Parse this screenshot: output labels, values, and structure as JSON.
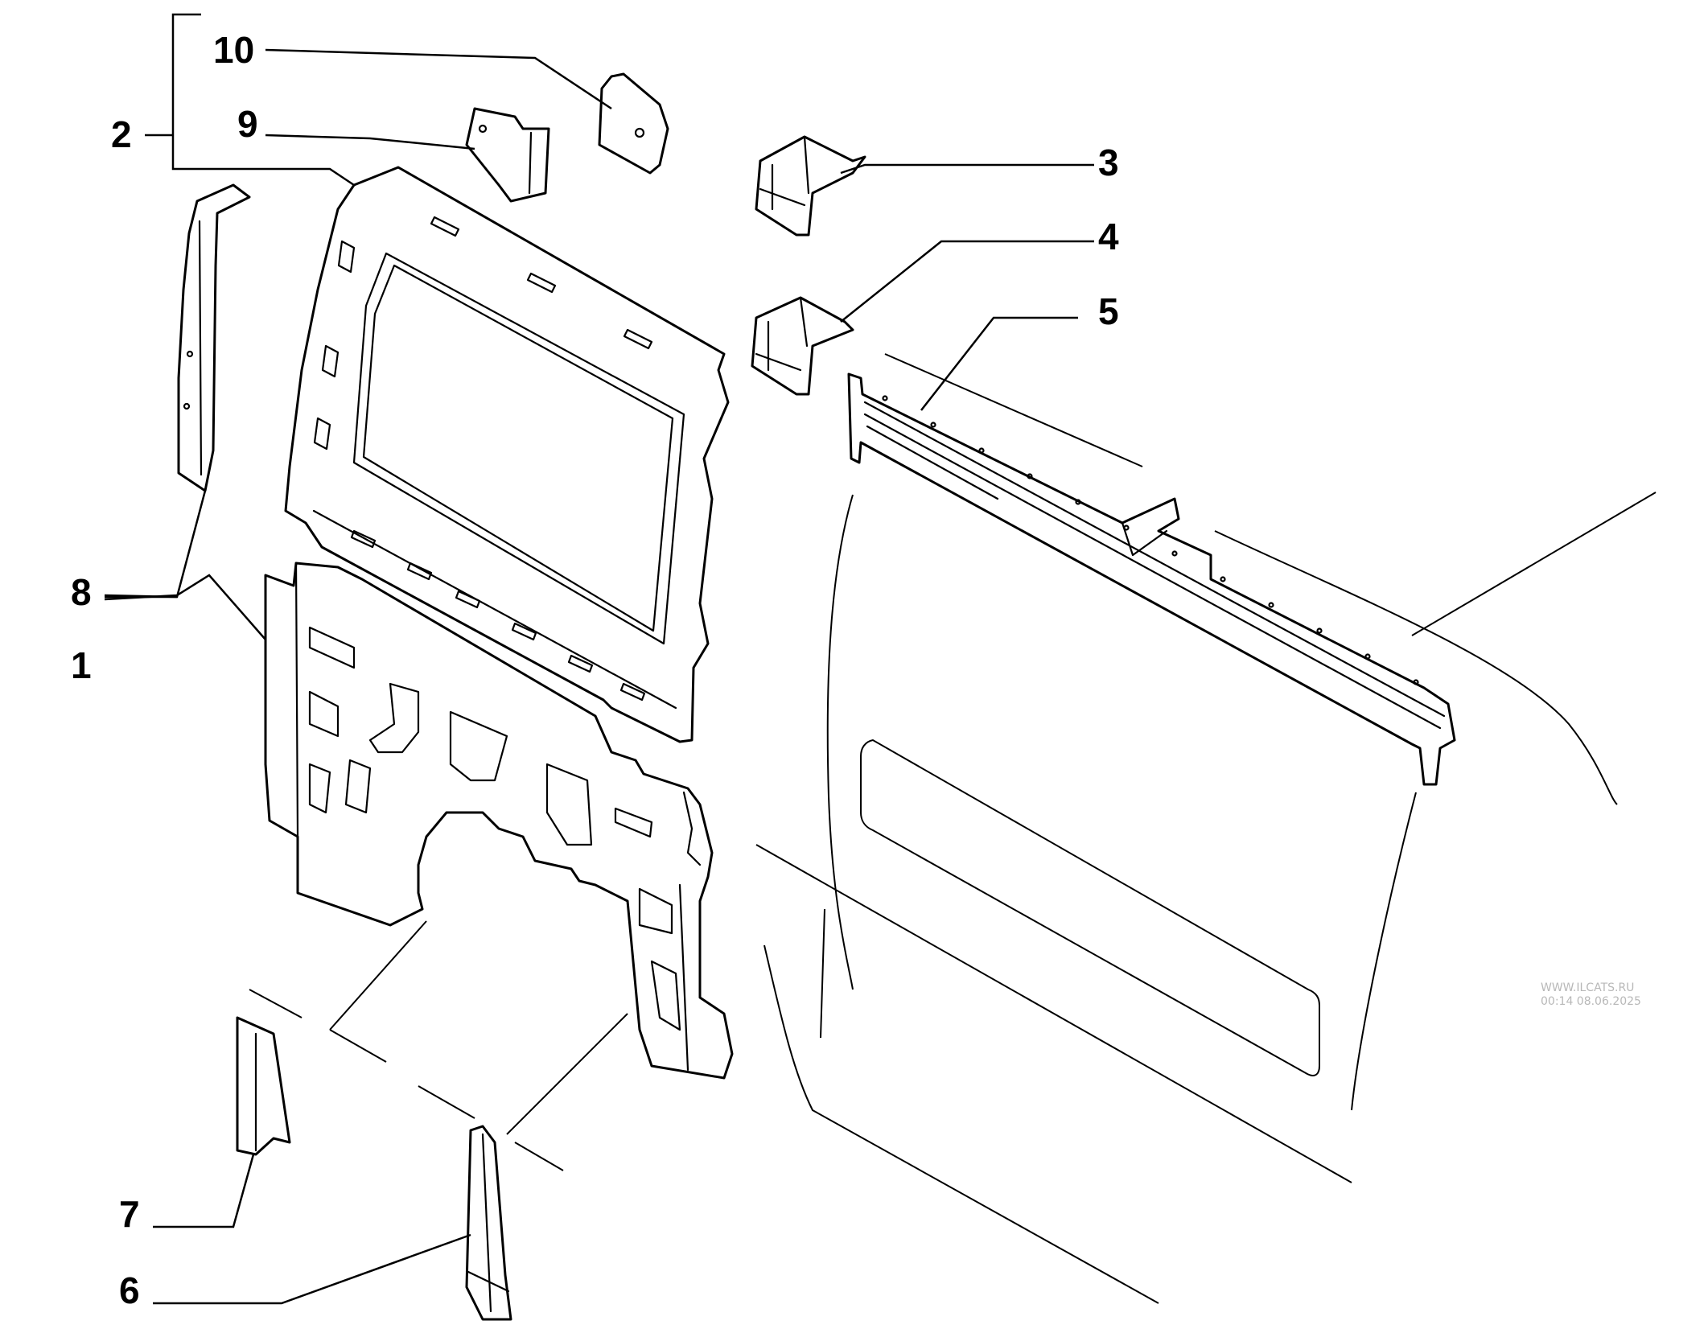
{
  "diagram": {
    "callouts": [
      {
        "id": "1",
        "label": "1"
      },
      {
        "id": "2",
        "label": "2"
      },
      {
        "id": "3",
        "label": "3"
      },
      {
        "id": "4",
        "label": "4"
      },
      {
        "id": "5",
        "label": "5"
      },
      {
        "id": "6",
        "label": "6"
      },
      {
        "id": "7",
        "label": "7"
      },
      {
        "id": "8",
        "label": "8"
      },
      {
        "id": "9",
        "label": "9"
      },
      {
        "id": "10",
        "label": "10"
      }
    ],
    "watermark": {
      "site": "WWW.ILCATS.RU",
      "timestamp": "00:14 08.06.2025"
    }
  }
}
